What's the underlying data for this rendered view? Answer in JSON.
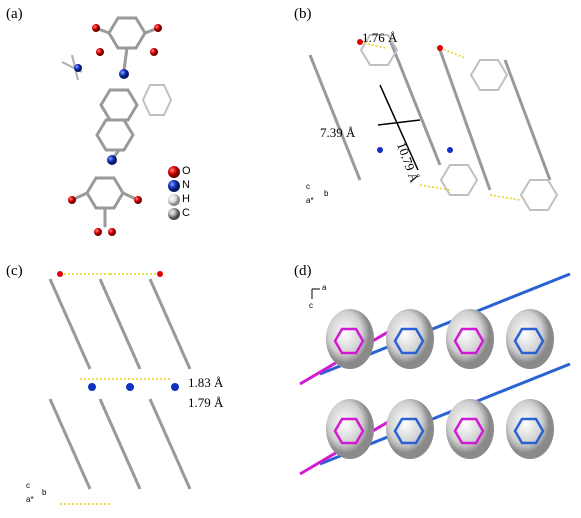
{
  "panels": {
    "a": {
      "label": "(a)",
      "legend": [
        "O",
        "N",
        "H",
        "C"
      ]
    },
    "b": {
      "label": "(b)",
      "measure_hbond": "1.76 Å",
      "measure_w": "7.39 Å",
      "measure_h": "10.79 Å",
      "axes": {
        "c": "c",
        "a": "a*",
        "b": "b"
      }
    },
    "c": {
      "label": "(c)",
      "measure_1": "1.83 Å",
      "measure_2": "1.79 Å",
      "axes": {
        "c": "c",
        "a": "a*",
        "b": "b"
      }
    },
    "d": {
      "label": "(d)",
      "axes": {
        "a": "a",
        "c": "c"
      }
    }
  },
  "colors": {
    "oxygen": "#e00000",
    "nitrogen": "#1030c0",
    "hydrogen": "#d8d8d8",
    "carbon": "#a8a8a8",
    "magenta": "#d21ad2",
    "blue": "#2a62d4",
    "hbond": "#e6d21a"
  }
}
